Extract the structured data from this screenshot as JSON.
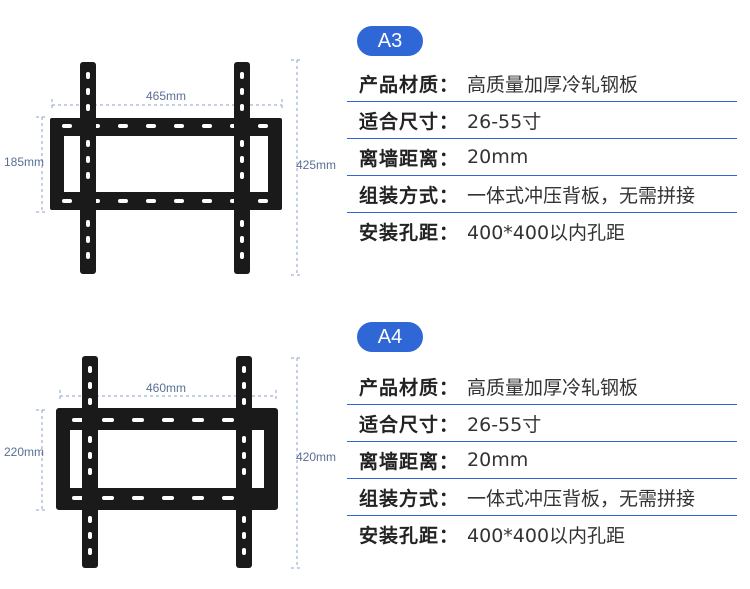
{
  "products": [
    {
      "badge": "A3",
      "dims": {
        "width": "465mm",
        "height": "185mm",
        "height_total": "425mm"
      },
      "specs": [
        {
          "key": "产品材质：",
          "value": "高质量加厚冷轧钢板"
        },
        {
          "key": "适合尺寸：",
          "value": "26-55寸"
        },
        {
          "key": "离墙距离：",
          "value": "20mm"
        },
        {
          "key": "组装方式：",
          "value": "一体式冲压背板，无需拼接"
        },
        {
          "key": "安装孔距：",
          "value": "400*400以内孔距"
        }
      ]
    },
    {
      "badge": "A4",
      "dims": {
        "width": "460mm",
        "height": "220mm",
        "height_total": "420mm"
      },
      "specs": [
        {
          "key": "产品材质：",
          "value": "高质量加厚冷轧钢板"
        },
        {
          "key": "适合尺寸：",
          "value": "26-55寸"
        },
        {
          "key": "离墙距离：",
          "value": "20mm"
        },
        {
          "key": "组装方式：",
          "value": "一体式冲压背板，无需拼接"
        },
        {
          "key": "安装孔距：",
          "value": "400*400以内孔距"
        }
      ]
    }
  ],
  "colors": {
    "accent": "#2f67d6",
    "dimension": "#5a6f95",
    "bracket": "#1a1a1a"
  }
}
